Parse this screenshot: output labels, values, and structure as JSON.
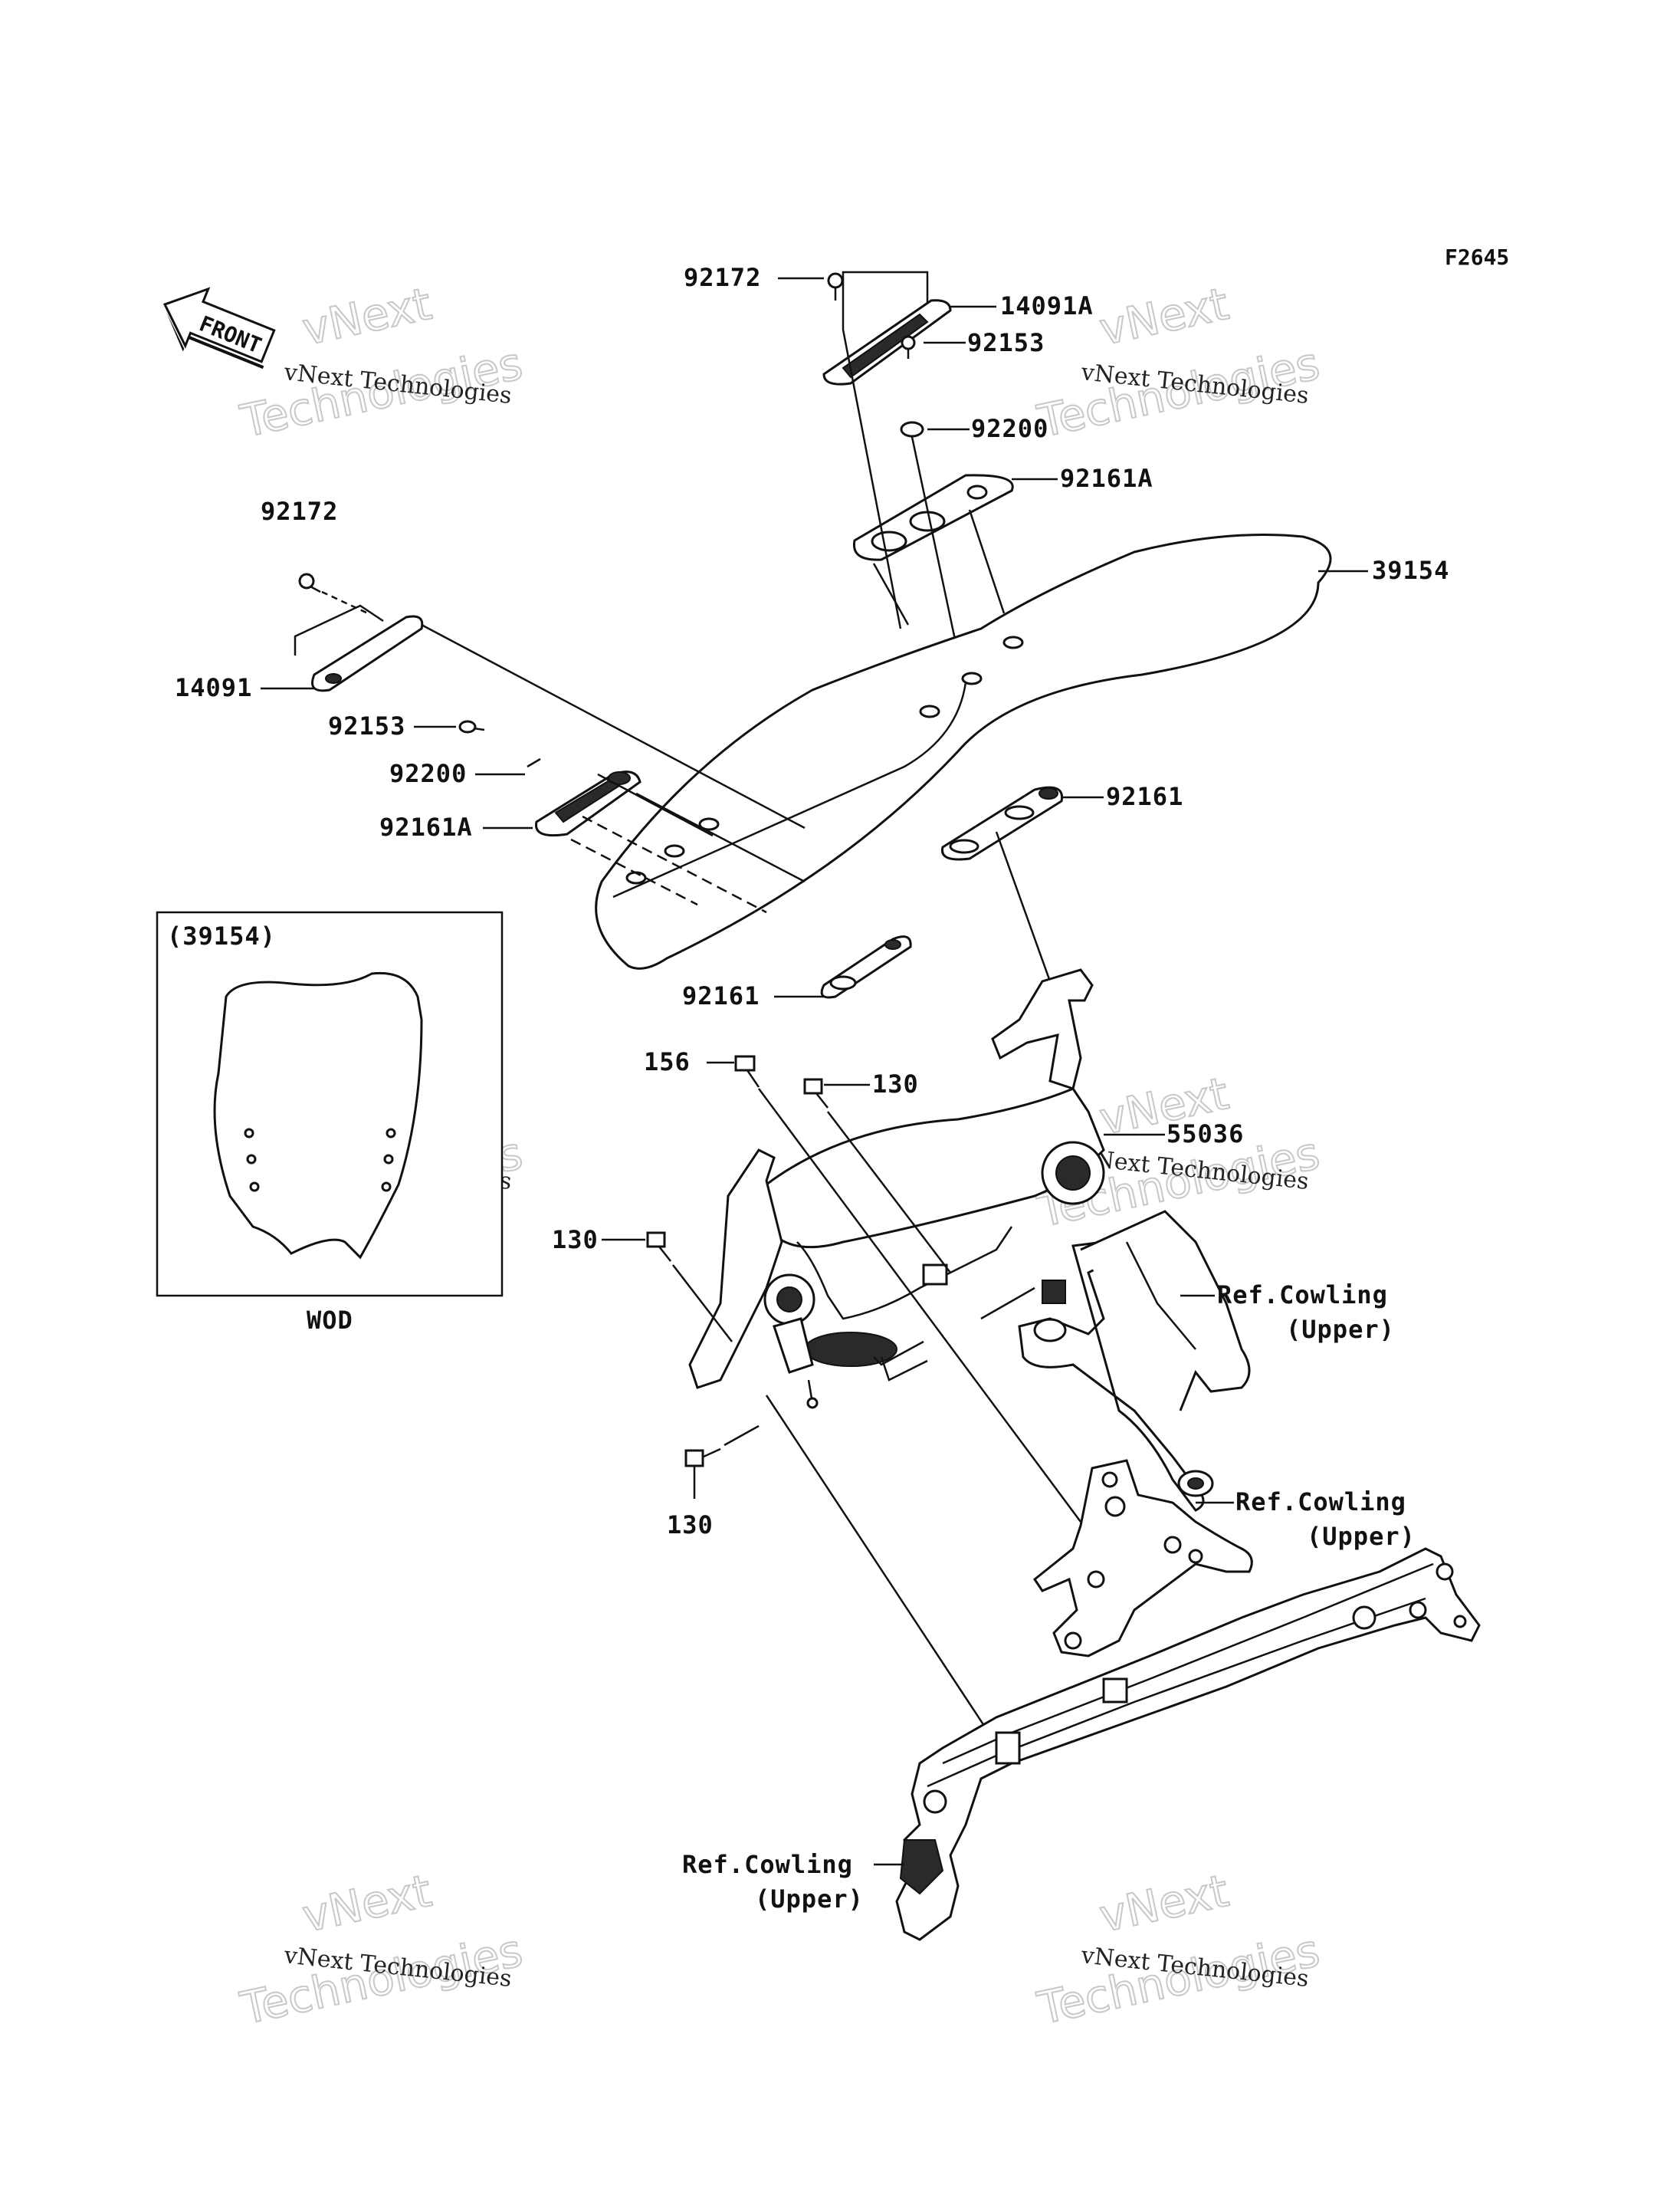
{
  "figure_code": "F2645",
  "front_arrow_label": "FRONT",
  "labels": {
    "l92172_top": "92172",
    "l14091A": "14091A",
    "l92153_top": "92153",
    "l92200_top": "92200",
    "l92161A_top": "92161A",
    "l39154": "39154",
    "l92172_left": "92172",
    "l14091": "14091",
    "l92153_left": "92153",
    "l92200_left": "92200",
    "l92161A_left": "92161A",
    "l92161_right": "92161",
    "l92161_low": "92161",
    "l156": "156",
    "l130_a": "130",
    "l55036": "55036",
    "l130_b": "130",
    "l130_c": "130",
    "ref1_a": "Ref.Cowling",
    "ref1_b": "(Upper)",
    "ref2_a": "Ref.Cowling",
    "ref2_b": "(Upper)",
    "ref3_a": "Ref.Cowling",
    "ref3_b": "(Upper)"
  },
  "inset": {
    "title": "(39154)",
    "caption": "WOD"
  },
  "watermark": {
    "brand": "vNext",
    "word": "Technologies",
    "line": "vNext Technologies"
  }
}
